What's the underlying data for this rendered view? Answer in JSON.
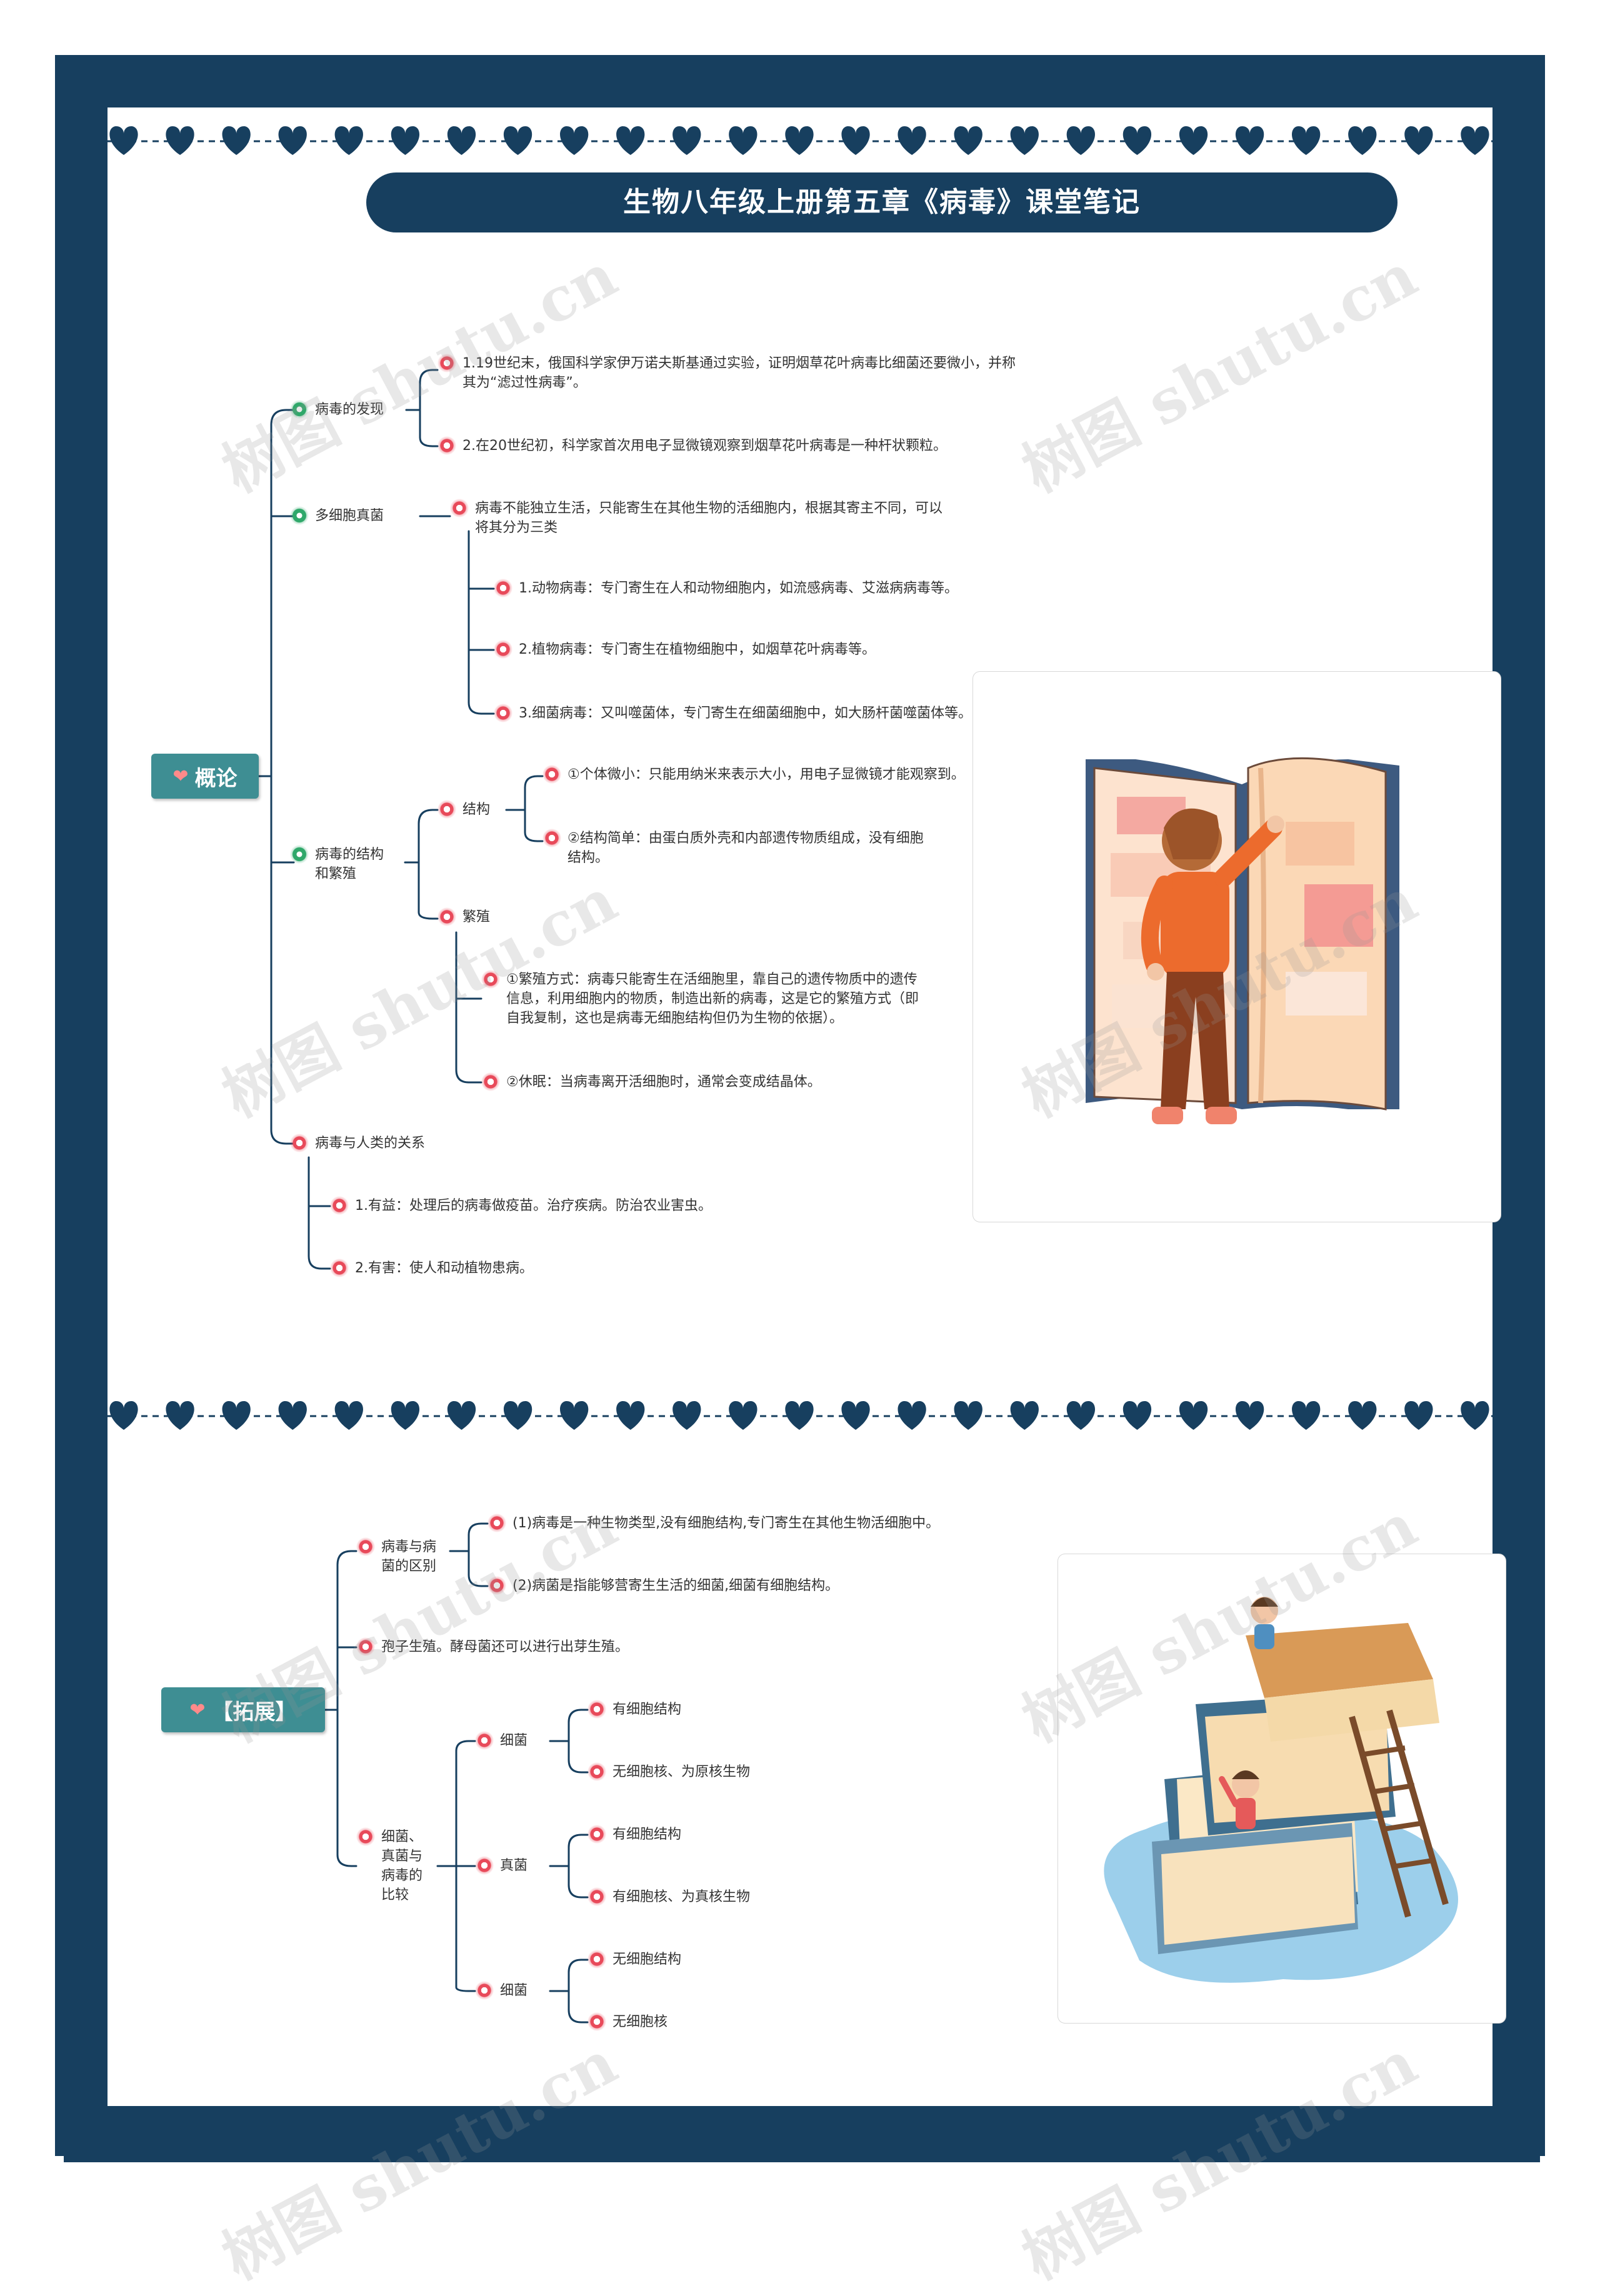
{
  "title": "生物八年级上册第五章《病毒》课堂笔记",
  "watermark": "树图 shutu.cn",
  "section1": {
    "root": "概论",
    "branches": {
      "discovery": {
        "label": "病毒的发现",
        "items": [
          "1.19世纪末，俄国科学家伊万诺夫斯基通过实验，证明烟草花叶病毒比细菌还要微小，并称\n其为“滤过性病毒”。",
          "2.在20世纪初，科学家首次用电子显微镜观察到烟草花叶病毒是一种杆状颗粒。"
        ]
      },
      "fungi": {
        "label": "多细胞真菌",
        "intro": "病毒不能独立生活，只能寄生在其他生物的活细胞内，根据其寄主不同，可以\n将其分为三类",
        "items": [
          "1.动物病毒：专门寄生在人和动物细胞内，如流感病毒、艾滋病病毒等。",
          "2.植物病毒：专门寄生在植物细胞中，如烟草花叶病毒等。",
          "3.细菌病毒：又叫噬菌体，专门寄生在细菌细胞中，如大肠杆菌噬菌体等。"
        ]
      },
      "structure": {
        "label": "病毒的结构\n和繁殖",
        "struct_label": "结构",
        "struct_items": [
          "①个体微小：只能用纳米来表示大小，用电子显微镜才能观察到。",
          "②结构简单：由蛋白质外壳和内部遗传物质组成，没有细胞\n结构。"
        ],
        "repro_label": "繁殖",
        "repro_items": [
          "①繁殖方式：病毒只能寄生在活细胞里，靠自己的遗传物质中的遗传\n信息，利用细胞内的物质，制造出新的病毒，这是它的繁殖方式（即\n自我复制，这也是病毒无细胞结构但仍为生物的依据）。",
          "②休眠：当病毒离开活细胞时，通常会变成结晶体。"
        ]
      },
      "relation": {
        "label": "病毒与人类的关系",
        "items": [
          "1.有益：处理后的病毒做疫苗。治疗疾病。防治农业害虫。",
          "2.有害：使人和动植物患病。"
        ]
      }
    }
  },
  "section2": {
    "root": "【拓展】",
    "diff": {
      "label": "病毒与病\n菌的区别",
      "items": [
        "(1)病毒是一种生物类型,没有细胞结构,专门寄生在其他生物活细胞中。",
        "(2)病菌是指能够营寄生生活的细菌,细菌有细胞结构。"
      ]
    },
    "spore": "孢子生殖。酵母菌还可以进行出芽生殖。",
    "compare": {
      "label": "细菌、\n真菌与\n病毒的\n比较",
      "groups": [
        {
          "label": "细菌",
          "items": [
            "有细胞结构",
            "无细胞核、为原核生物"
          ]
        },
        {
          "label": "真菌",
          "items": [
            "有细胞结构",
            "有细胞核、为真核生物"
          ]
        },
        {
          "label": "细菌",
          "items": [
            "无细胞结构",
            "无细胞核"
          ]
        }
      ]
    }
  },
  "colors": {
    "frame": "#173f5f",
    "root_fill": "#3e8e93",
    "bullet_red": "#e84a5a",
    "bullet_green": "#2fa86a"
  },
  "icons": [
    "heart-divider-icon",
    "heart-icon",
    "red-dot-icon",
    "green-dot-icon",
    "boy-reading-book-illustration",
    "kids-on-books-illustration"
  ]
}
